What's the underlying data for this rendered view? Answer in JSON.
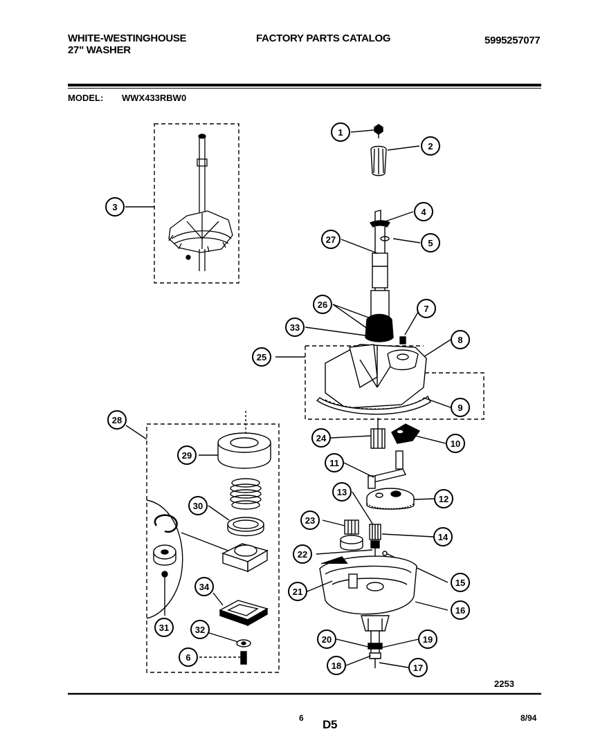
{
  "header": {
    "brand": "WHITE-WESTINGHOUSE",
    "product": "27\" WASHER",
    "catalog_title": "FACTORY PARTS CATALOG",
    "catalog_number": "5995257077",
    "model_label": "MODEL:",
    "model_number": "WWX433RBW0"
  },
  "callouts": [
    "1",
    "2",
    "3",
    "4",
    "5",
    "27",
    "7",
    "26",
    "33",
    "8",
    "25",
    "9",
    "28",
    "24",
    "10",
    "29",
    "11",
    "13",
    "12",
    "30",
    "23",
    "14",
    "22",
    "15",
    "34",
    "21",
    "16",
    "31",
    "32",
    "20",
    "19",
    "6",
    "18",
    "17"
  ],
  "figure_number": "2253",
  "footer": {
    "page_number": "6",
    "section": "D5",
    "date": "8/94"
  }
}
